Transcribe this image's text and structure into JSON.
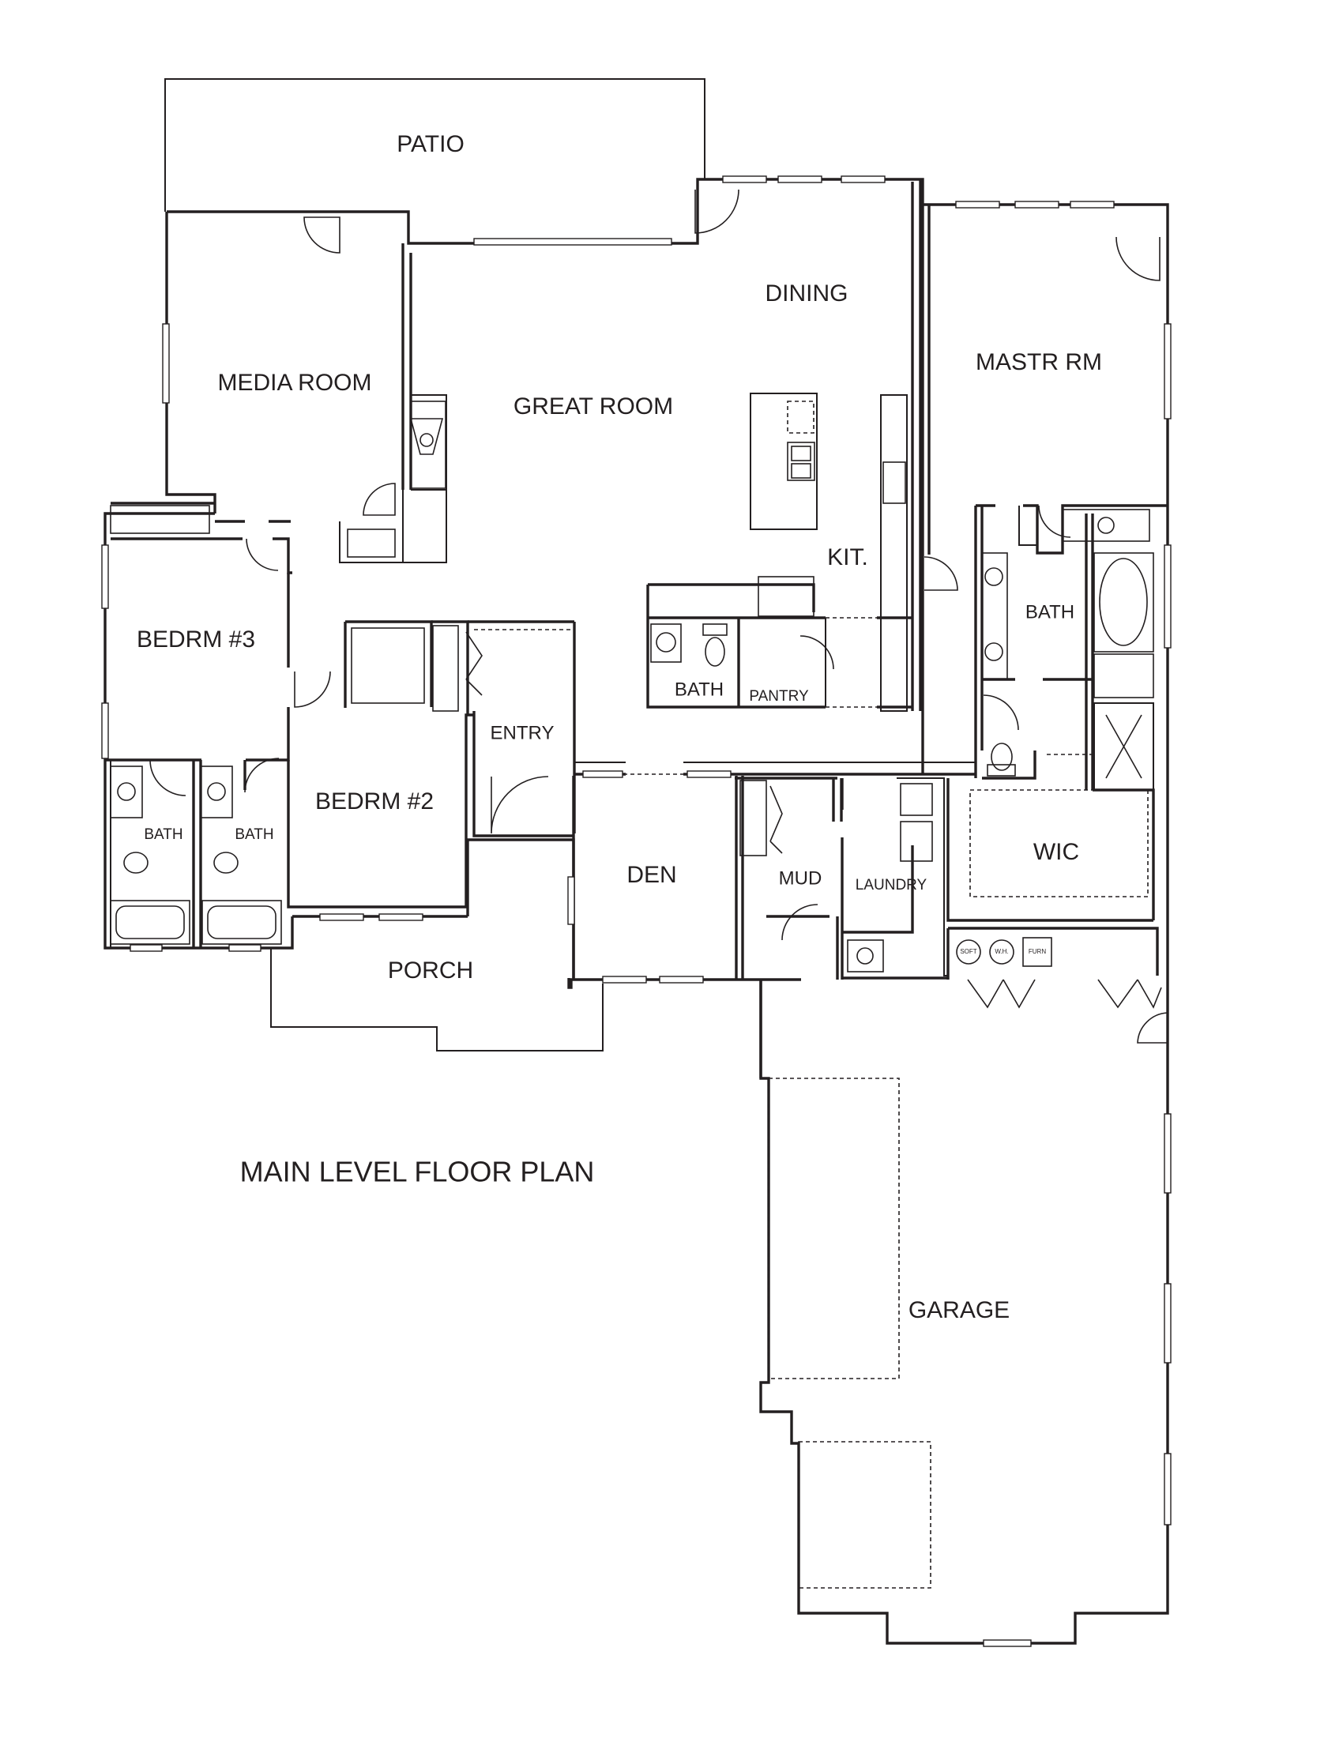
{
  "title": "MAIN LEVEL FLOOR PLAN",
  "rooms": {
    "patio": "PATIO",
    "media_room": "MEDIA ROOM",
    "great_room": "GREAT ROOM",
    "dining": "DINING",
    "master_room": "MASTR RM",
    "kitchen": "KIT.",
    "bedroom_3": "BEDRM #3",
    "bedroom_2": "BEDRM #2",
    "entry": "ENTRY",
    "half_bath": "BATH",
    "pantry": "PANTRY",
    "master_bath": "BATH",
    "bath_bed3": "BATH",
    "bath_bed2": "BATH",
    "wic": "WIC",
    "den": "DEN",
    "mud": "MUD",
    "laundry": "LAUNDRY",
    "porch": "PORCH",
    "garage": "GARAGE"
  },
  "appliances": {
    "water_softener": "SOFT",
    "water_heater": "W.H.",
    "furnace": "FURN"
  }
}
